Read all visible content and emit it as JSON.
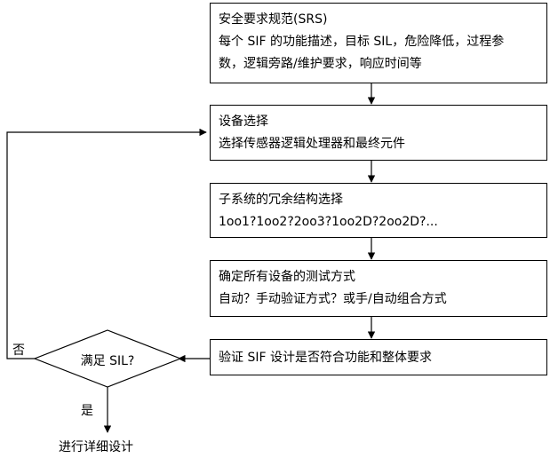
{
  "flowchart": {
    "boxes": [
      {
        "title": "安全要求规范(SRS)",
        "lines": [
          "每个 SIF 的功能描述，目标 SIL，危险降低，过程参",
          "数，逻辑旁路/维护要求，响应时间等"
        ]
      },
      {
        "title": "设备选择",
        "lines": [
          "选择传感器逻辑处理器和最终元件"
        ]
      },
      {
        "title": "子系统的冗余结构选择",
        "lines": [
          "1oo1?1oo2?2oo3?1oo2D?2oo2D?..."
        ]
      },
      {
        "title": "确定所有设备的测试方式",
        "lines": [
          "自动？手动验证方式？或手/自动组合方式"
        ]
      },
      {
        "title": "验证 SIF 设计是否符合功能和整体要求",
        "lines": []
      }
    ],
    "decision": {
      "text": "满足 SIL?"
    },
    "no_label": "否",
    "yes_label": "是",
    "end_text": "进行详细设计"
  }
}
